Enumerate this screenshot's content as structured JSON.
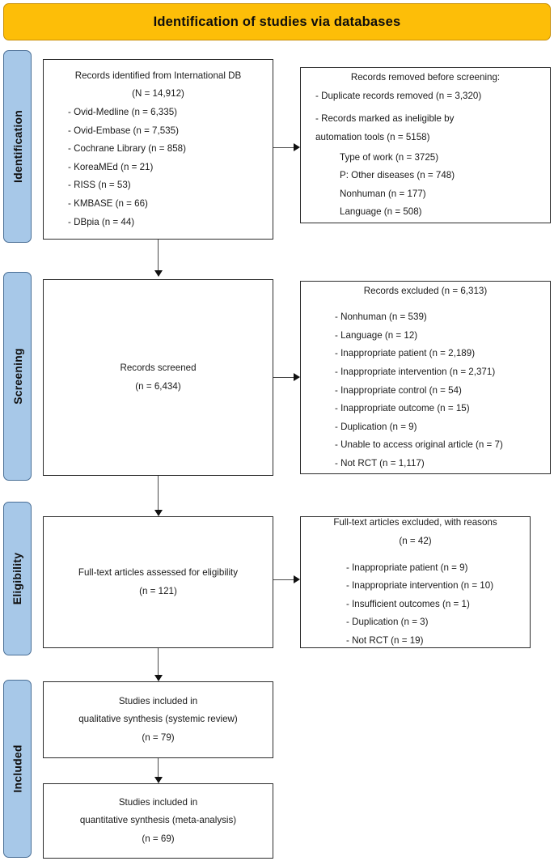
{
  "header": {
    "title": "Identification of studies via databases",
    "background_color": "#FDBE08"
  },
  "stages": [
    {
      "id": "identification",
      "label": "Identification"
    },
    {
      "id": "screening",
      "label": "Screening"
    },
    {
      "id": "eligibility",
      "label": "Eligibility"
    },
    {
      "id": "included",
      "label": "Included"
    }
  ],
  "stage_color": "#A7C8E8",
  "boxes": {
    "identified": {
      "lines": [
        "Records identified from International DB",
        "(N = 14,912)",
        "- Ovid-Medline  (n = 6,335)",
        "- Ovid-Embase (n = 7,535)",
        "- Cochrane  Library (n = 858)",
        "- KoreaMEd (n = 21)",
        "-   RISS (n = 53)",
        "-   KMBASE (n = 66)",
        "-  DBpia (n = 44)"
      ]
    },
    "removed": {
      "lines": [
        "Records removed before screening:",
        "- Duplicate records removed (n = 3,320)",
        "- Records marked as ineligible  by",
        "automation tools   (n = 5158)",
        "Type of work (n = 3725)",
        "P: Other diseases (n = 748)",
        "Nonhuman  (n = 177)",
        "Language  (n = 508)"
      ]
    },
    "screened": {
      "lines": [
        "Records screened",
        "(n = 6,434)"
      ]
    },
    "excluded": {
      "lines": [
        "Records excluded  (n = 6,313)",
        "- Nonhuman (n = 539)",
        "- Language (n = 12)",
        "- Inappropriate patient (n = 2,189)",
        "- Inappropriate intervention (n = 2,371)",
        "- Inappropriate control (n = 54)",
        "- Inappropriate outcome (n = 15)",
        "- Duplication (n = 9)",
        "- Unable to access original article (n = 7)",
        "- Not RCT (n = 1,117)"
      ]
    },
    "fulltext": {
      "lines": [
        "Full-text articles assessed for eligibility",
        "(n = 121)"
      ]
    },
    "fulltext_excluded": {
      "lines": [
        "Full-text articles excluded, with reasons",
        "(n = 42)",
        "-  Inappropriate patient (n = 9)",
        "-  Inappropriate intervention (n = 10)",
        "-  Insufficient outcomes (n = 1)",
        "-  Duplication (n = 3)",
        "-  Not RCT (n = 19)"
      ]
    },
    "qualitative": {
      "lines": [
        "Studies included in",
        "qualitative synthesis (systemic review)",
        "(n = 79)"
      ]
    },
    "quantitative": {
      "lines": [
        "Studies included in",
        "quantitative synthesis (meta-analysis)",
        "(n = 69)"
      ]
    }
  },
  "chart_data": {
    "type": "diagram",
    "title": "Identification of studies via databases",
    "nodes": [
      {
        "stage": "Identification",
        "role": "included",
        "label": "Records identified from International DB",
        "n": 14912,
        "n_key": "N",
        "sources": [
          {
            "name": "Ovid-Medline",
            "n": 6335
          },
          {
            "name": "Ovid-Embase",
            "n": 7535
          },
          {
            "name": "Cochrane Library",
            "n": 858
          },
          {
            "name": "KoreaMEd",
            "n": 21
          },
          {
            "name": "RISS",
            "n": 53
          },
          {
            "name": "KMBASE",
            "n": 66
          },
          {
            "name": "DBpia",
            "n": 44
          }
        ]
      },
      {
        "stage": "Identification",
        "role": "excluded",
        "label": "Records removed before screening",
        "reasons": [
          {
            "name": "Duplicate records removed",
            "n": 3320
          },
          {
            "name": "Records marked as ineligible by automation tools",
            "n": 5158,
            "sub": [
              {
                "name": "Type of work",
                "n": 3725
              },
              {
                "name": "P: Other diseases",
                "n": 748
              },
              {
                "name": "Nonhuman",
                "n": 177
              },
              {
                "name": "Language",
                "n": 508
              }
            ]
          }
        ]
      },
      {
        "stage": "Screening",
        "role": "included",
        "label": "Records screened",
        "n": 6434
      },
      {
        "stage": "Screening",
        "role": "excluded",
        "label": "Records excluded",
        "n": 6313,
        "reasons": [
          {
            "name": "Nonhuman",
            "n": 539
          },
          {
            "name": "Language",
            "n": 12
          },
          {
            "name": "Inappropriate patient",
            "n": 2189
          },
          {
            "name": "Inappropriate intervention",
            "n": 2371
          },
          {
            "name": "Inappropriate control",
            "n": 54
          },
          {
            "name": "Inappropriate outcome",
            "n": 15
          },
          {
            "name": "Duplication",
            "n": 9
          },
          {
            "name": "Unable to access original article",
            "n": 7
          },
          {
            "name": "Not RCT",
            "n": 1117
          }
        ]
      },
      {
        "stage": "Eligibility",
        "role": "included",
        "label": "Full-text articles assessed for eligibility",
        "n": 121
      },
      {
        "stage": "Eligibility",
        "role": "excluded",
        "label": "Full-text articles excluded, with reasons",
        "n": 42,
        "reasons": [
          {
            "name": "Inappropriate patient",
            "n": 9
          },
          {
            "name": "Inappropriate intervention",
            "n": 10
          },
          {
            "name": "Insufficient outcomes",
            "n": 1
          },
          {
            "name": "Duplication",
            "n": 3
          },
          {
            "name": "Not RCT",
            "n": 19
          }
        ]
      },
      {
        "stage": "Included",
        "role": "included",
        "label": "Studies included in qualitative synthesis (systemic review)",
        "n": 79
      },
      {
        "stage": "Included",
        "role": "included",
        "label": "Studies included in quantitative synthesis (meta-analysis)",
        "n": 69
      }
    ]
  }
}
